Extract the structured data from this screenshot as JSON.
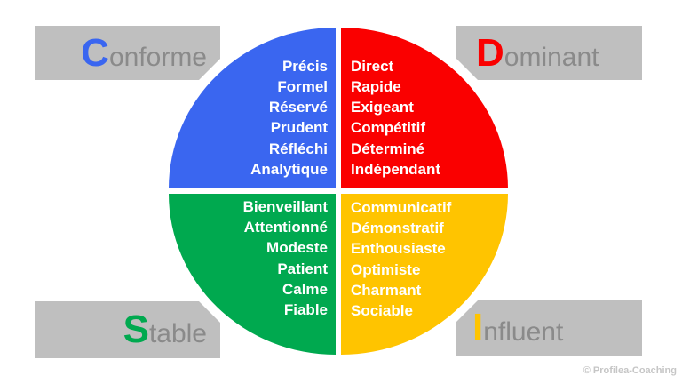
{
  "diagram_type": "DISC quadrant model",
  "quadrants": [
    {
      "id": "conforme",
      "label": "Conforme",
      "initial": "C",
      "rest": "onforme",
      "color": "#3a66f0",
      "traits": [
        "Précis",
        "Formel",
        "Réservé",
        "Prudent",
        "Réfléchi",
        "Analytique"
      ]
    },
    {
      "id": "dominant",
      "label": "Dominant",
      "initial": "D",
      "rest": "ominant",
      "color": "#fa0000",
      "traits": [
        "Direct",
        "Rapide",
        "Exigeant",
        "Compétitif",
        "Déterminé",
        "Indépendant"
      ]
    },
    {
      "id": "stable",
      "label": "Stable",
      "initial": "S",
      "rest": "table",
      "color": "#00a94f",
      "traits": [
        "Bienveillant",
        "Attentionné",
        "Modeste",
        "Patient",
        "Calme",
        "Fiable"
      ]
    },
    {
      "id": "influent",
      "label": "Influent",
      "initial": "I",
      "rest": "nfluent",
      "color": "#ffc400",
      "traits": [
        "Communicatif",
        "Démonstratif",
        "Enthousiaste",
        "Optimiste",
        "Charmant",
        "Sociable"
      ]
    }
  ],
  "styles": {
    "label_box_color": "#bfbfbf",
    "label_text_color": "#8a8a8a",
    "trait_text_color": "#ffffff",
    "background_color": "#ffffff"
  },
  "footer": {
    "copyright": "© Profilea-Coaching"
  }
}
